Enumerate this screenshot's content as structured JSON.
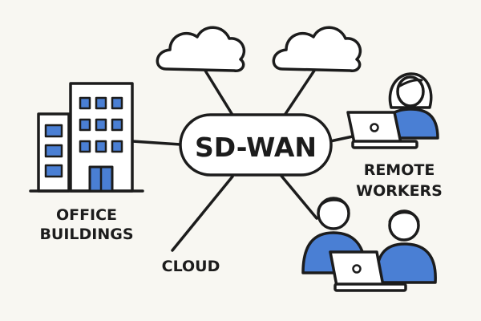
{
  "hub": {
    "label": "SD-WAN"
  },
  "nodes": {
    "office": {
      "line1": "OFFICE",
      "line2": "BUILDINGS"
    },
    "cloud": {
      "label": "CLOUD"
    },
    "remote": {
      "line1": "REMOTE",
      "line2": "WORKERS"
    }
  },
  "colors": {
    "background": "#f8f7f2",
    "stroke": "#1c1c1c",
    "accent_blue": "#4a7fd4",
    "fill_white": "#ffffff"
  }
}
